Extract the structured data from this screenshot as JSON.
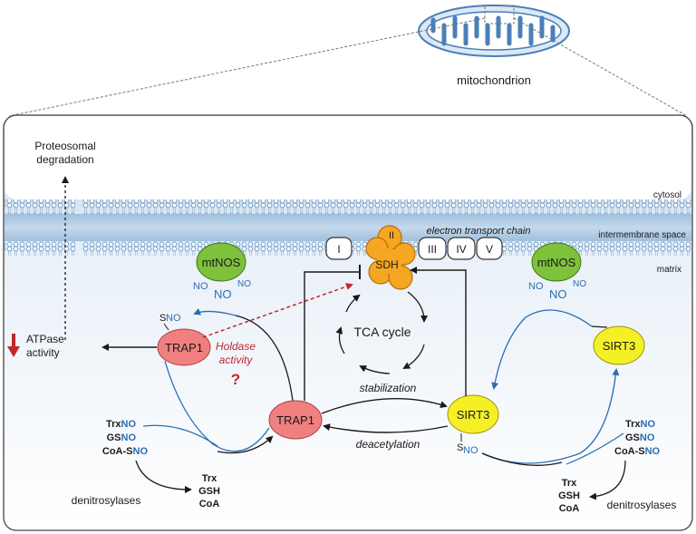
{
  "organelle": "mitochondrion",
  "compartments": {
    "cytosol": "cytosol",
    "intermembrane": "intermembrane space",
    "matrix": "matrix"
  },
  "etc": {
    "label": "electron transport chain",
    "complexes": [
      "I",
      "II",
      "III",
      "IV",
      "V"
    ],
    "sdh": "SDH"
  },
  "tca": "TCA cycle",
  "proteosome": [
    "Proteosomal",
    "degradation"
  ],
  "atpase": [
    "ATPase",
    "activity"
  ],
  "holdase": [
    "Holdase",
    "activity",
    "?"
  ],
  "mtnos": "mtNOS",
  "no": "NO",
  "s": "S",
  "trap1": "TRAP1",
  "sirt3": "SIRT3",
  "stabilization": "stabilization",
  "deacetylation": "deacetylation",
  "left_thiols": {
    "nitrosylated": [
      [
        "Trx",
        "NO"
      ],
      [
        "GS",
        "NO"
      ],
      [
        "CoA-S",
        "NO"
      ]
    ],
    "reduced": [
      "Trx",
      "GSH",
      "CoA"
    ],
    "enzyme": "denitrosylases"
  },
  "right_thiols": {
    "nitrosylated": [
      [
        "Trx",
        "NO"
      ],
      [
        "GS",
        "NO"
      ],
      [
        "CoA-S",
        "NO"
      ]
    ],
    "reduced": [
      "Trx",
      "GSH",
      "CoA"
    ],
    "enzyme": "denitrosylases"
  },
  "colors": {
    "no_blue": "#2a6db3",
    "trap1": "#f08080",
    "sirt3": "#f5f025",
    "mtnos": "#7ec13b",
    "sdh": "#f5a623",
    "inhibit_red": "#c0272d"
  }
}
